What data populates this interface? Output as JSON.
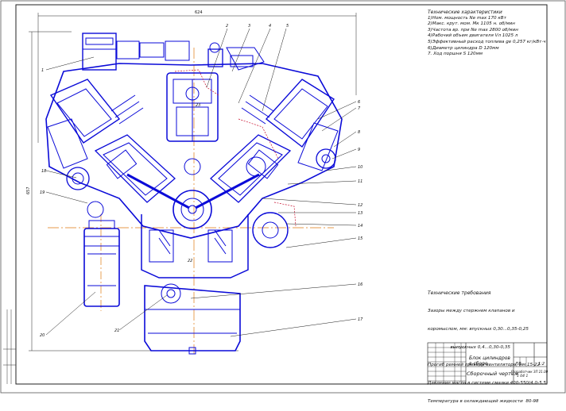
{
  "tech_specs": {
    "title": "Технические характеристики",
    "lines": [
      "1)Ном. мощность   Nе max 170 кВт",
      "2)Макс. крут. мом. Мк 1105 н. об/мин",
      "3)Частота вр. при Nе max 2800 об/мин",
      "4)Рабочий объем двигателя  Vл 1025 л",
      "5)Эффективный расход топлива  gе 0,257 кг/кВт·ч",
      "6)Диаметр цилиндра  D 120мм",
      "7. Ход поршня  S 120мм"
    ]
  },
  "tech_requirements": {
    "title": "Технические требования",
    "lines": [
      "Зазоры между стержнем клапанов и",
      "коромыслом, мм: впускных 0,30...0,35-0,25",
      "                выпускных 0,4...0,30-0,35",
      "Прогиб ремней привода вентилятора, мм 15-22",
      "Давление масла в системе смазки 400-550(4,0-5,5)",
      "Температура в охлаждающей жидкости  80-98"
    ]
  },
  "title_block": {
    "title_line1": "Блок цилиндров",
    "title_line2": "в сборе",
    "subtitle": "Сборочный чертеж",
    "code": "ЛЛ",
    "scale": "1:2",
    "number": "Разработчик ЗП 21.00",
    "number2": "1 04 1"
  },
  "dimension_labels": {
    "width": "624",
    "height": "657"
  },
  "callouts": [
    "1",
    "2",
    "3",
    "4",
    "5",
    "6",
    "7",
    "8",
    "9",
    "10",
    "11",
    "12",
    "13",
    "14",
    "15",
    "16",
    "17",
    "18",
    "19",
    "20",
    "21",
    "22",
    "23"
  ],
  "colors": {
    "drawing": "#0a0ad8",
    "frame": "#1a1a1a",
    "paper": "#ffffff",
    "accent": "#c8102e",
    "axis": "#e07a10"
  }
}
